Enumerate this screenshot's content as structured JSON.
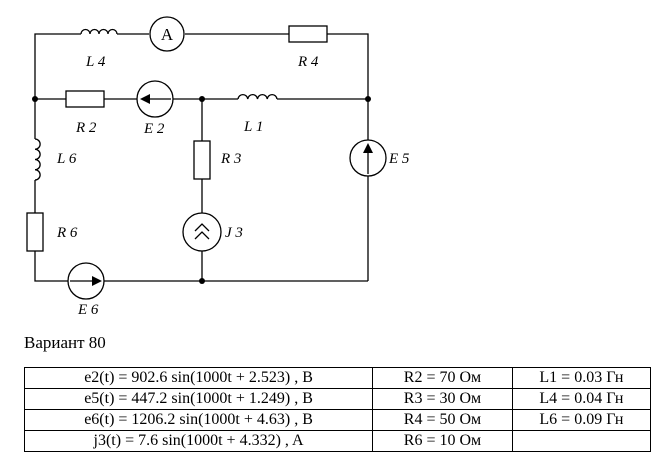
{
  "circuit": {
    "labels": {
      "L4": "L 4",
      "R4": "R 4",
      "R2": "R 2",
      "E2": "E 2",
      "L1": "L 1",
      "L6": "L 6",
      "R3": "R 3",
      "E5": "E 5",
      "R6": "R 6",
      "J3": "J 3",
      "E6": "E 6",
      "ammeter": "A"
    }
  },
  "variant": "Вариант 80",
  "table": {
    "rows": [
      [
        "e2(t) = 902.6 sin(1000t + 2.523) , B",
        "R2 = 70 Ом",
        "L1 = 0.03 Гн"
      ],
      [
        "e5(t) = 447.2 sin(1000t + 1.249) , B",
        "R3 = 30 Ом",
        "L4 = 0.04 Гн"
      ],
      [
        "e6(t) = 1206.2 sin(1000t + 4.63) , B",
        "R4 = 50 Ом",
        "L6 = 0.09 Гн"
      ],
      [
        "j3(t) = 7.6 sin(1000t + 4.332) , A",
        "R6 = 10 Ом",
        ""
      ]
    ]
  }
}
